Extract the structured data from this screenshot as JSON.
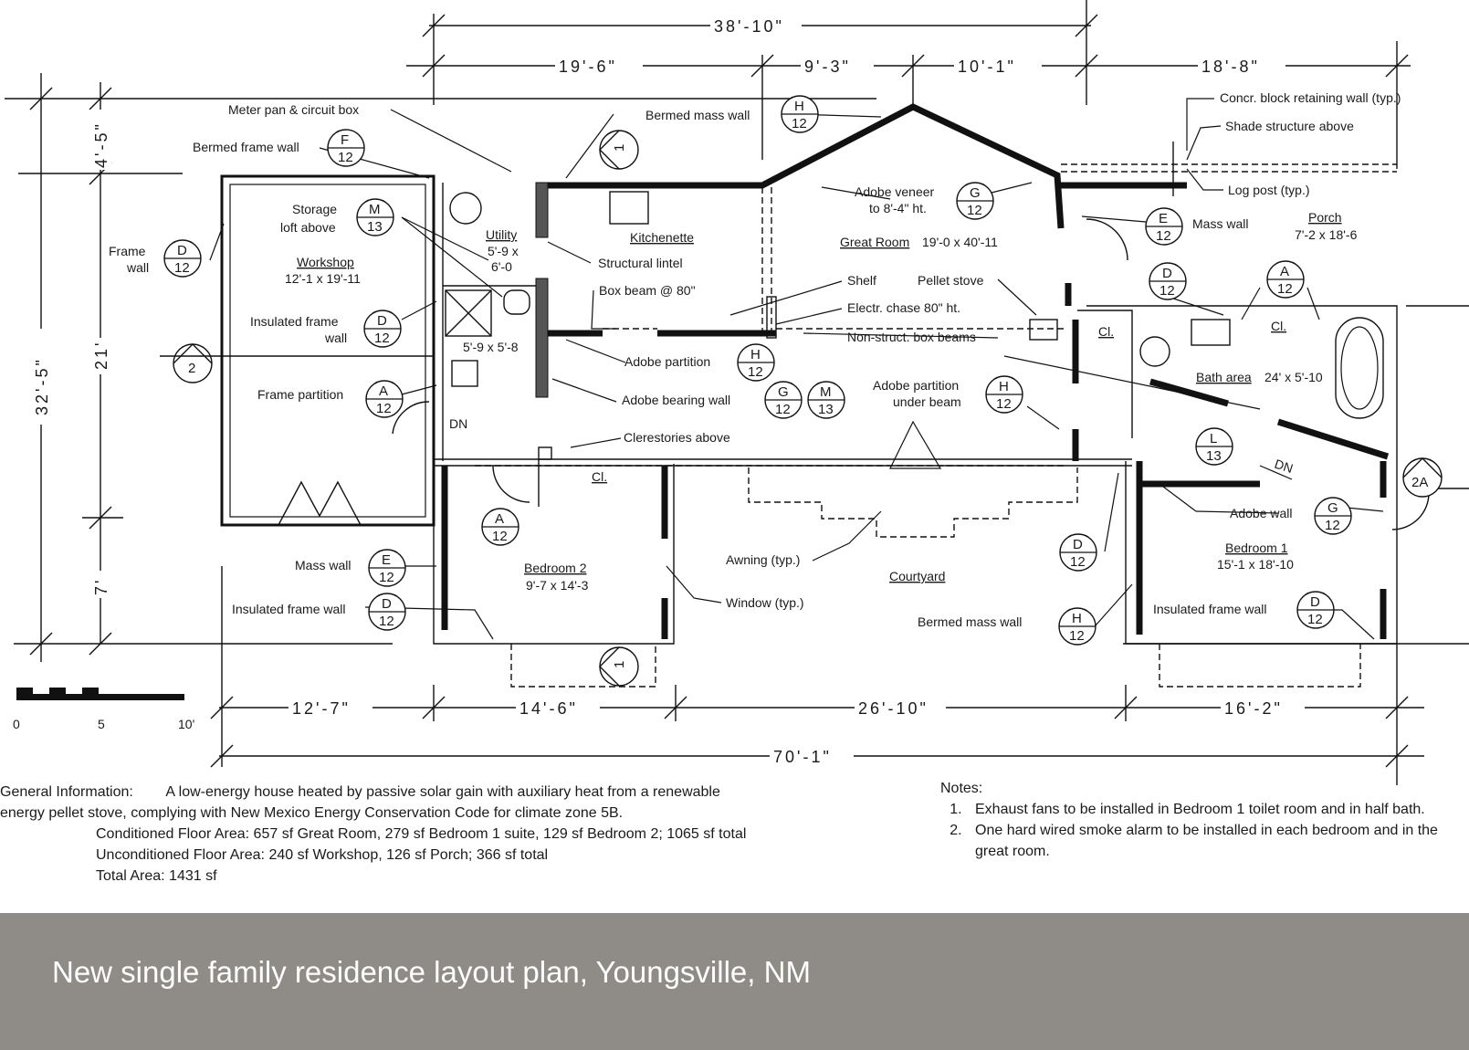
{
  "dimensions": {
    "overall_top": "38'-10\"",
    "top_segments": [
      "19'-6\"",
      "9'-3\"",
      "10'-1\"",
      "18'-8\""
    ],
    "overall_left": "32'-5\"",
    "left_segments": [
      "4'-5\"",
      "21'",
      "7'"
    ],
    "bottom_segments": [
      "12'-7\"",
      "14'-6\"",
      "26'-10\"",
      "16'-2\""
    ],
    "overall_bottom": "70'-1\""
  },
  "scale": {
    "labels": [
      "0",
      "5",
      "10'"
    ]
  },
  "rooms": {
    "workshop": {
      "name": "Workshop",
      "size": "12'-1 x 19'-11"
    },
    "utility": {
      "name": "Utility",
      "size_line1": "5'-9 x",
      "size_line2": "6'-0"
    },
    "half_bath": {
      "size": "5'-9 x 5'-8"
    },
    "kitchenette": {
      "name": "Kitchenette"
    },
    "great_room": {
      "name": "Great Room",
      "size": "19'-0 x 40'-11"
    },
    "porch": {
      "name": "Porch",
      "size": "7'-2 x 18'-6"
    },
    "bath_area": {
      "name": "Bath area",
      "size": "24' x 5'-10"
    },
    "bedroom2": {
      "name": "Bedroom 2",
      "size": "9'-7 x 14'-3"
    },
    "bedroom1": {
      "name": "Bedroom 1",
      "size": "15'-1 x 18'-10"
    },
    "courtyard": {
      "name": "Courtyard"
    },
    "closet": "Cl.",
    "stair": "DN"
  },
  "callouts": {
    "meter_pan": "Meter pan & circuit box",
    "bermed_mass_wall": "Bermed mass wall",
    "concr_block": "Concr. block retaining wall (typ.)",
    "shade_structure": "Shade structure above",
    "bermed_frame_wall": "Bermed frame wall",
    "log_post": "Log post (typ.)",
    "adobe_veneer_1": "Adobe veneer",
    "adobe_veneer_2": "to 8'-4\" ht.",
    "mass_wall": "Mass wall",
    "storage_1": "Storage",
    "storage_2": "loft above",
    "frame_wall_1": "Frame",
    "frame_wall_2": "wall",
    "structural_lintel": "Structural lintel",
    "box_beam": "Box beam @ 80\"",
    "shelf": "Shelf",
    "pellet_stove": "Pellet stove",
    "electr_chase": "Electr. chase 80\" ht.",
    "non_struct_box_beams": "Non-struct. box beams",
    "insulated_frame_wall_1": "Insulated frame",
    "insulated_frame_wall_2": "wall",
    "adobe_partition": "Adobe partition",
    "frame_partition": "Frame partition",
    "adobe_bearing_wall": "Adobe bearing wall",
    "adobe_partition_beam_1": "Adobe partition",
    "adobe_partition_beam_2": "under beam",
    "clerestories": "Clerestories above",
    "adobe_wall": "Adobe wall",
    "awning": "Awning (typ.)",
    "mass_wall_b": "Mass wall",
    "window": "Window (typ.)",
    "insulated_frame_wall": "Insulated frame wall",
    "bermed_mass_wall_b": "Bermed mass wall",
    "insulated_frame_wall_b": "Insulated frame wall"
  },
  "detail_tags": [
    {
      "letter": "H",
      "num": "12"
    },
    {
      "letter": "F",
      "num": "12"
    },
    {
      "letter": "G",
      "num": "12"
    },
    {
      "letter": "E",
      "num": "12"
    },
    {
      "letter": "M",
      "num": "13"
    },
    {
      "letter": "D",
      "num": "12"
    },
    {
      "letter": "D",
      "num": "12"
    },
    {
      "letter": "A",
      "num": "12"
    },
    {
      "letter": "D",
      "num": "12"
    },
    {
      "letter": "H",
      "num": "12"
    },
    {
      "letter": "A",
      "num": "12"
    },
    {
      "letter": "G",
      "num": "12"
    },
    {
      "letter": "M",
      "num": "13"
    },
    {
      "letter": "H",
      "num": "12"
    },
    {
      "letter": "L",
      "num": "13"
    },
    {
      "letter": "G",
      "num": "12"
    },
    {
      "letter": "A",
      "num": "12"
    },
    {
      "letter": "E",
      "num": "12"
    },
    {
      "letter": "D",
      "num": "12"
    },
    {
      "letter": "D",
      "num": "12"
    },
    {
      "letter": "H",
      "num": "12"
    },
    {
      "letter": "D",
      "num": "12"
    }
  ],
  "section_markers": [
    "1",
    "2",
    "2A",
    "1"
  ],
  "general_info": {
    "label": "General Information:",
    "text1": "A low-energy house heated by passive solar gain with auxiliary heat from a renewable",
    "text2": "energy pellet stove, complying with New Mexico Energy Conservation Code for climate zone 5B.",
    "conditioned": "Conditioned Floor Area: 657 sf Great Room, 279 sf Bedroom 1 suite, 129 sf Bedroom 2; 1065 sf total",
    "unconditioned": "Unconditioned Floor Area: 240 sf Workshop, 126 sf Porch; 366 sf total",
    "total": "Total Area: 1431 sf"
  },
  "notes": {
    "title": "Notes:",
    "items": [
      "Exhaust fans to be installed in Bedroom 1 toilet room and in half bath.",
      "One hard wired smoke alarm to be installed in each bedroom and in the great room."
    ]
  },
  "caption": "New single family residence layout plan, Youngsville, NM",
  "colors": {
    "caption_bar": "#8f8c87",
    "caption_text": "#ffffff",
    "ink": "#111111"
  }
}
